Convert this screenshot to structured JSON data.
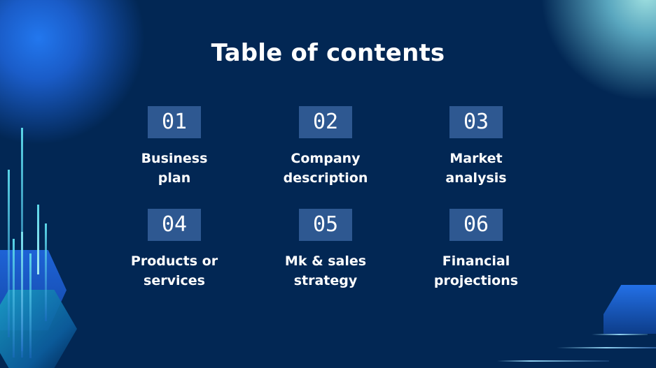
{
  "title": "Table of contents",
  "items": [
    {
      "number": "01",
      "line1": "Business",
      "line2": "plan"
    },
    {
      "number": "02",
      "line1": "Company",
      "line2": "description"
    },
    {
      "number": "03",
      "line1": "Market",
      "line2": "analysis"
    },
    {
      "number": "04",
      "line1": "Products or",
      "line2": "services"
    },
    {
      "number": "05",
      "line1": "Mk & sales",
      "line2": "strategy"
    },
    {
      "number": "06",
      "line1": "Financial",
      "line2": "projections"
    }
  ],
  "colors": {
    "background": "#022754",
    "number_box": "#2e5891",
    "text": "#ffffff",
    "accent_blue": "#2277ee",
    "accent_cyan": "#4fd0e0"
  }
}
